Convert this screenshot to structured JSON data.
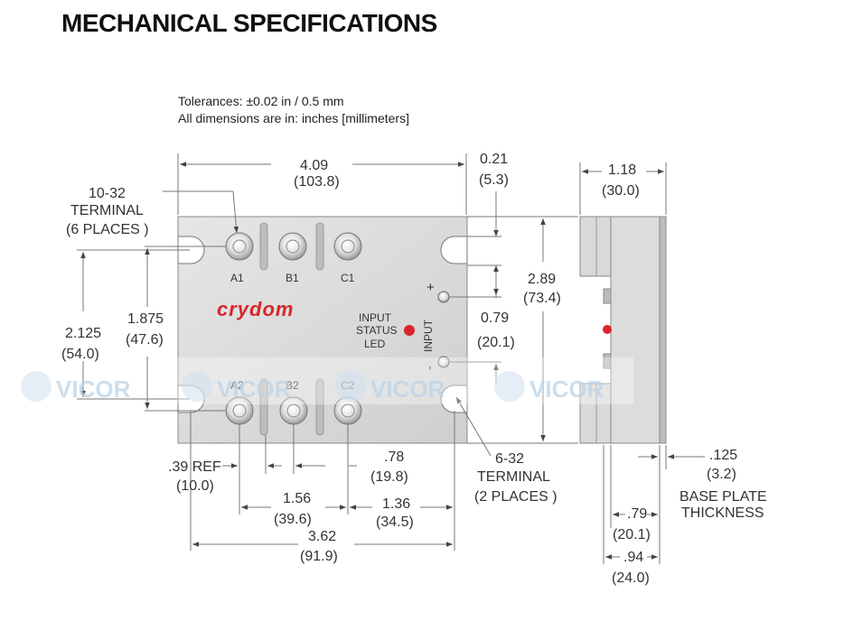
{
  "title": "MECHANICAL SPECIFICATIONS",
  "notes": {
    "tolerances": "Tolerances: ±0.02 in / 0.5 mm",
    "units": "All dimensions are in: inches [millimeters]"
  },
  "brand": {
    "logo": "crydom",
    "color": "#d9252a"
  },
  "terminals": {
    "top": [
      "A1",
      "B1",
      "C1"
    ],
    "bottom": [
      "A2",
      "B2",
      "C2"
    ],
    "plus": "+",
    "minus": "-",
    "input": "INPUT"
  },
  "led": {
    "line1": "INPUT",
    "line2": "STATUS",
    "line3": "LED",
    "color": "#d9252a"
  },
  "callouts": {
    "terminal_10_32": [
      "10-32",
      "TERMINAL",
      "(6 PLACES )"
    ],
    "terminal_6_32": [
      "6-32",
      "TERMINAL",
      "(2 PLACES )"
    ],
    "base_plate": [
      "BASE PLATE",
      "THICKNESS"
    ]
  },
  "dimensions": {
    "width": {
      "in": "4.09",
      "mm": "(103.8)"
    },
    "hole_offset": {
      "in": "0.21",
      "mm": "(5.3)"
    },
    "height": {
      "in": "2.89",
      "mm": "(73.4)"
    },
    "input_pitch": {
      "in": "0.79",
      "mm": "(20.1)"
    },
    "mount_vertical": {
      "in": "2.125",
      "mm": "(54.0)"
    },
    "terminal_vertical": {
      "in": "1.875",
      "mm": "(47.6)"
    },
    "ref": {
      "in": ".39 REF",
      "mm": "(10.0)"
    },
    "b_offset": {
      "in": ".78",
      "mm": "(19.8)"
    },
    "a_to_c": {
      "in": "1.56",
      "mm": "(39.6)"
    },
    "c_to_hole": {
      "in": "1.36",
      "mm": "(34.5)"
    },
    "mount_horizontal": {
      "in": "3.62",
      "mm": "(91.9)"
    },
    "depth": {
      "in": "1.18",
      "mm": "(30.0)"
    },
    "plate_thickness": {
      "in": ".125",
      "mm": "(3.2)"
    },
    "side_79": {
      "in": ".79",
      "mm": "(20.1)"
    },
    "side_94": {
      "in": ".94",
      "mm": "(24.0)"
    }
  },
  "watermark": {
    "text": "VICOR",
    "color": "#bcd4e8"
  }
}
